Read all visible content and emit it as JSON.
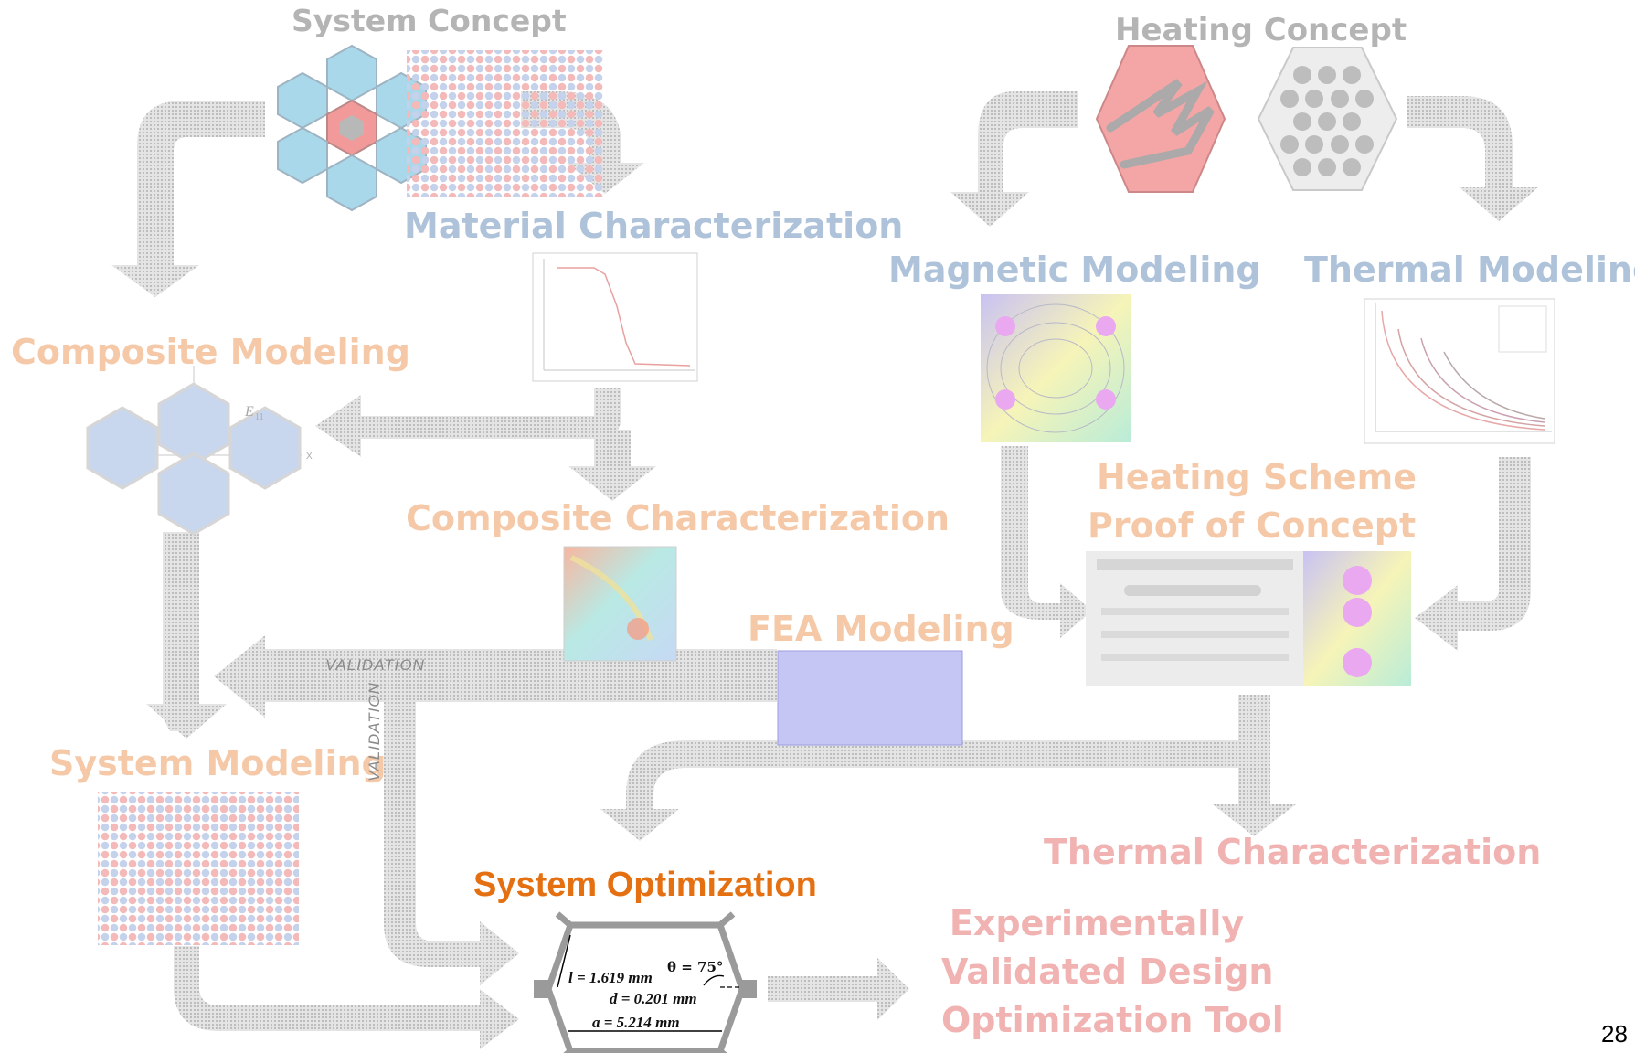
{
  "labels": {
    "system_concept": "System Concept",
    "heating_concept": "Heating Concept",
    "material_characterization": "Material Characterization",
    "magnetic_modeling": "Magnetic Modeling",
    "thermal_modeling": "Thermal Modeling",
    "composite_modeling": "Composite Modeling",
    "heating_scheme_line1": "Heating Scheme",
    "heating_scheme_line2": "Proof of Concept",
    "composite_characterization": "Composite Characterization",
    "fea_modeling": "FEA Modeling",
    "system_modeling": "System Modeling",
    "thermal_characterization": "Thermal Characterization",
    "system_optimization": "System Optimization",
    "experimentally_line1": "Experimentally",
    "experimentally_line2": "Validated Design",
    "experimentally_line3": "Optimization Tool"
  },
  "validation_labels": {
    "horizontal": "VALIDATION",
    "vertical": "VALIDATION"
  },
  "composite_axis": {
    "e_label": "E",
    "e_sub": "11",
    "x_label": "X"
  },
  "optimization_params": {
    "theta": "θ = 75°",
    "l": "l = 1.619 mm",
    "d": "d = 0.201 mm",
    "a": "a = 5.214 mm"
  },
  "page_number": "28",
  "colors": {
    "highlight": "#e57012",
    "arrow_gray": "#c8c8c8",
    "hex_blue": "#a9d8ea",
    "hex_red": "#f29a9a"
  }
}
